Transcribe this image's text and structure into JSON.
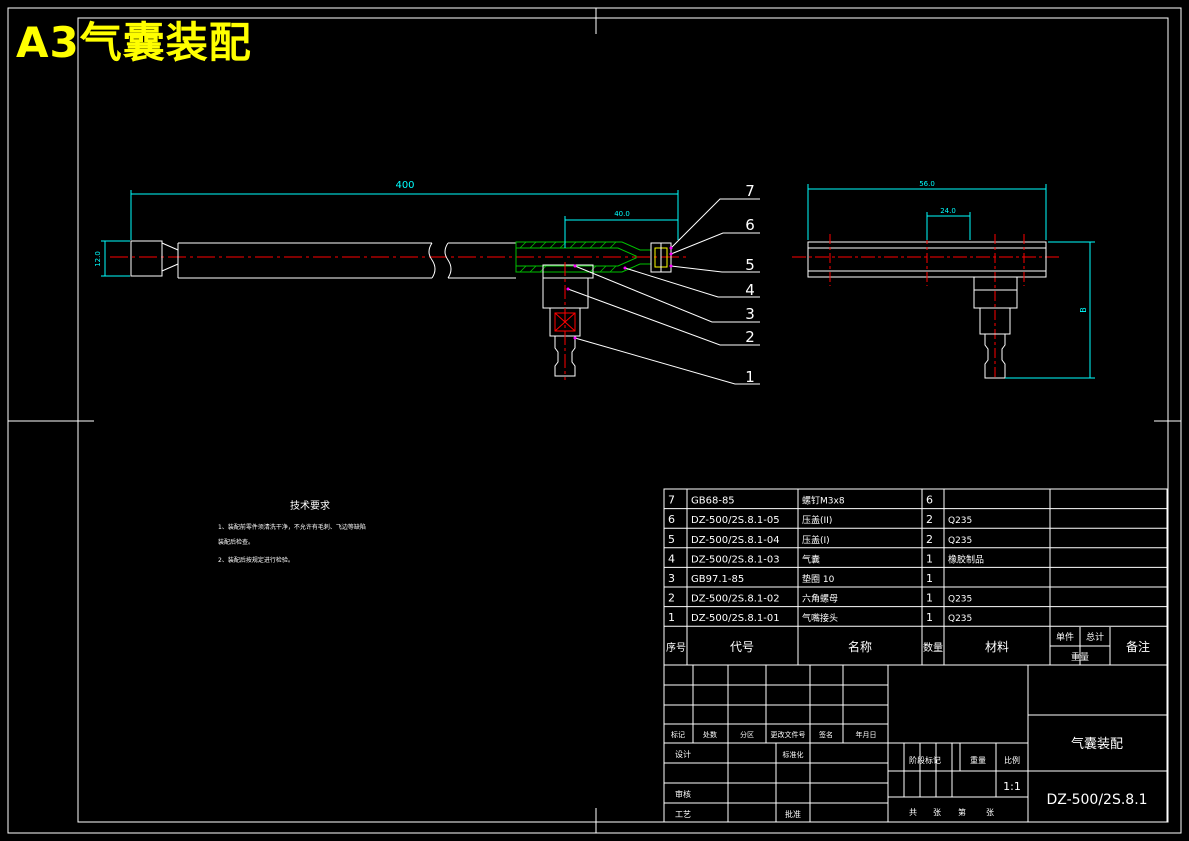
{
  "banner": "A3气囊装配",
  "colors": {
    "background": "#000000",
    "frame": "#ffffff",
    "banner": "#ffff00",
    "dimension": "#00ffff",
    "center_line": "#ff0000",
    "section_hatch": "#00c000",
    "leader_dot": "#ff00ff"
  },
  "dimensions": {
    "overall_length": "400",
    "inner_length": "40.0",
    "left_height": "12.0",
    "side_width": "56.0",
    "side_inner": "24.0",
    "side_height": "B"
  },
  "balloons": [
    "7",
    "6",
    "5",
    "4",
    "3",
    "2",
    "1"
  ],
  "notes": {
    "title": "技术要求",
    "lines": [
      "1、装配前零件须清洗干净，不允许有毛刺、飞边等缺陷",
      "装配后检查。",
      "2、装配后按规定进行检验。"
    ]
  },
  "bom": {
    "rows": [
      {
        "no": "7",
        "code": "GB68-85",
        "name": "螺钉M3x8",
        "qty": "6",
        "material": "",
        "note": ""
      },
      {
        "no": "6",
        "code": "DZ-500/2S.8.1-05",
        "name": "压盖(II)",
        "qty": "2",
        "material": "Q235",
        "note": ""
      },
      {
        "no": "5",
        "code": "DZ-500/2S.8.1-04",
        "name": "压盖(I)",
        "qty": "2",
        "material": "Q235",
        "note": ""
      },
      {
        "no": "4",
        "code": "DZ-500/2S.8.1-03",
        "name": "气囊",
        "qty": "1",
        "material": "橡胶制品",
        "note": ""
      },
      {
        "no": "3",
        "code": "GB97.1-85",
        "name": "垫圈 10",
        "qty": "1",
        "material": "",
        "note": ""
      },
      {
        "no": "2",
        "code": "DZ-500/2S.8.1-02",
        "name": "六角螺母",
        "qty": "1",
        "material": "Q235",
        "note": ""
      },
      {
        "no": "1",
        "code": "DZ-500/2S.8.1-01",
        "name": "气嘴接头",
        "qty": "1",
        "material": "Q235",
        "note": ""
      }
    ],
    "header": {
      "no": "序号",
      "code": "代号",
      "name": "名称",
      "qty": "数量",
      "material": "材料",
      "unit_weight": "单件",
      "total_weight": "总计",
      "weight": "重量",
      "note": "备注"
    }
  },
  "title_block": {
    "revision_row": [
      "标记",
      "处数",
      "分区",
      "更改文件号",
      "签名",
      "年月日"
    ],
    "design": "设计",
    "standardize": "标准化",
    "review": "审核",
    "process": "工艺",
    "approve": "批准",
    "stage_mark": "阶段标记",
    "weight": "重量",
    "scale_label": "比例",
    "scale": "1:1",
    "sheets": [
      "共",
      "张",
      "第",
      "张"
    ],
    "drawing_name": "气囊装配",
    "drawing_code": "DZ-500/2S.8.1"
  }
}
